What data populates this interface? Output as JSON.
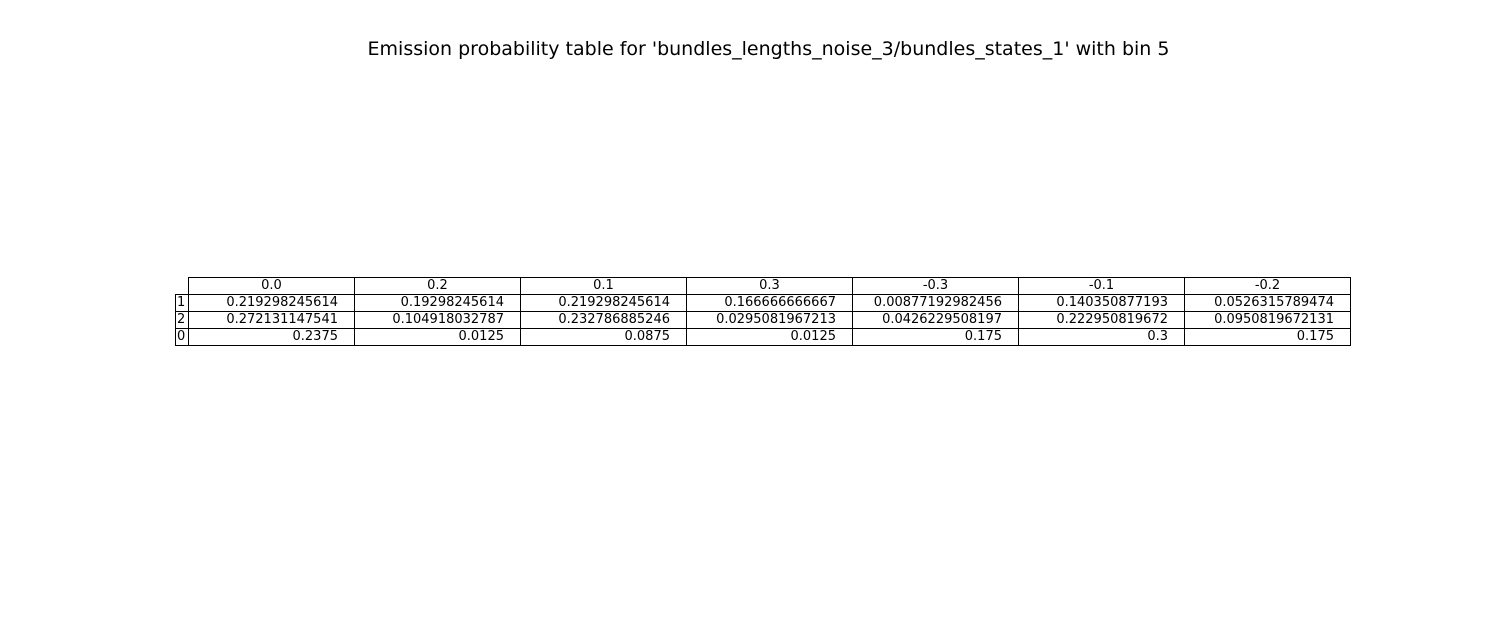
{
  "chart_data": {
    "type": "table",
    "title": "Emission probability table for 'bundles_lengths_noise_3/bundles_states_1' with bin 5",
    "columns": [
      "0.0",
      "0.2",
      "0.1",
      "0.3",
      "-0.3",
      "-0.1",
      "-0.2"
    ],
    "rows": [
      "1",
      "2",
      "0"
    ],
    "cells": [
      [
        "0.219298245614",
        "0.19298245614",
        "0.219298245614",
        "0.166666666667",
        "0.00877192982456",
        "0.140350877193",
        "0.0526315789474"
      ],
      [
        "0.272131147541",
        "0.104918032787",
        "0.232786885246",
        "0.0295081967213",
        "0.0426229508197",
        "0.222950819672",
        "0.0950819672131"
      ],
      [
        "0.2375",
        "0.0125",
        "0.0875",
        "0.0125",
        "0.175",
        "0.3",
        "0.175"
      ]
    ]
  }
}
